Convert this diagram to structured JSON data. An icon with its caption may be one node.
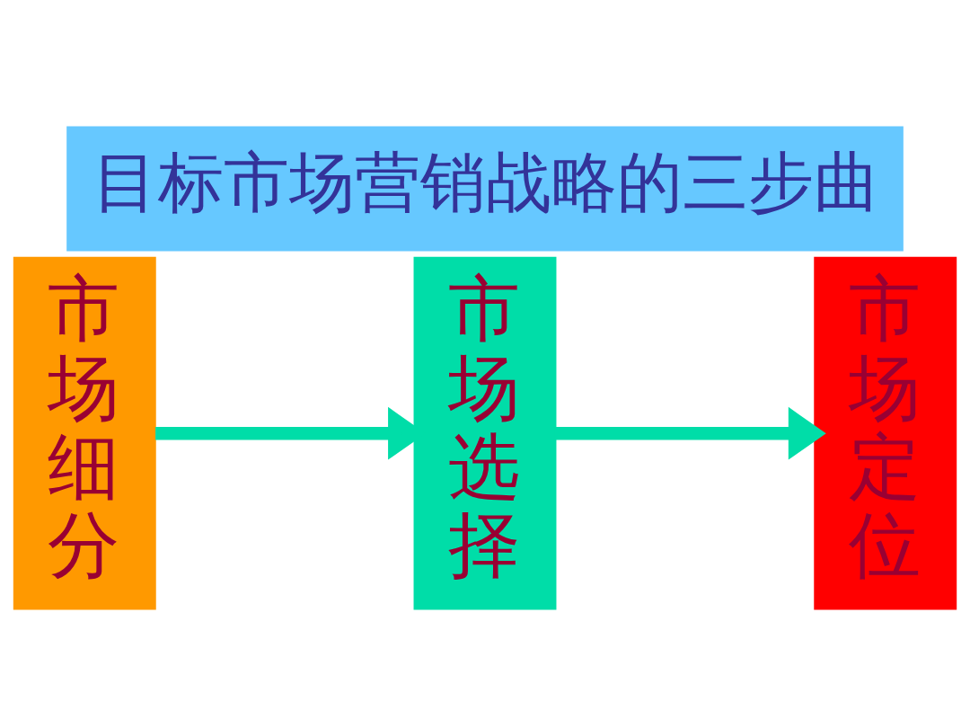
{
  "diagram": {
    "title": "目标市场营销战略的三步曲",
    "nodes": [
      {
        "text": [
          "市场细分"
        ]
      },
      {
        "text": [
          "市场选择"
        ]
      },
      {
        "text": [
          "市场定位"
        ]
      }
    ],
    "edges": [
      {
        "from": 0,
        "to": 1,
        "arrow": "to"
      },
      {
        "from": 1,
        "to": 2,
        "arrow": "to"
      }
    ]
  }
}
